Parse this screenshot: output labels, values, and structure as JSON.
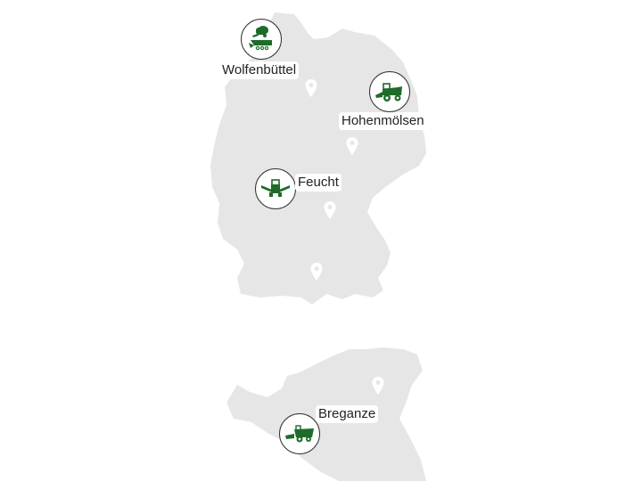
{
  "map": {
    "regions": [
      {
        "name": "Germany"
      },
      {
        "name": "Northern Italy"
      }
    ],
    "colors": {
      "land": "#e6e6e6",
      "icon_green": "#1e6b2a",
      "marker_border": "#333333",
      "label_text": "#222222",
      "pin": "#ffffff"
    },
    "locations": [
      {
        "name": "Wolfenbüttel",
        "icon": "baler-and-trailer-icon"
      },
      {
        "name": "Hohenmölsen",
        "icon": "forage-harvester-icon"
      },
      {
        "name": "Feucht",
        "icon": "mower-icon"
      },
      {
        "name": "Breganze",
        "icon": "combine-harvester-icon"
      }
    ],
    "pins": [
      "pin-1",
      "pin-2",
      "pin-3",
      "pin-4",
      "pin-5"
    ]
  }
}
